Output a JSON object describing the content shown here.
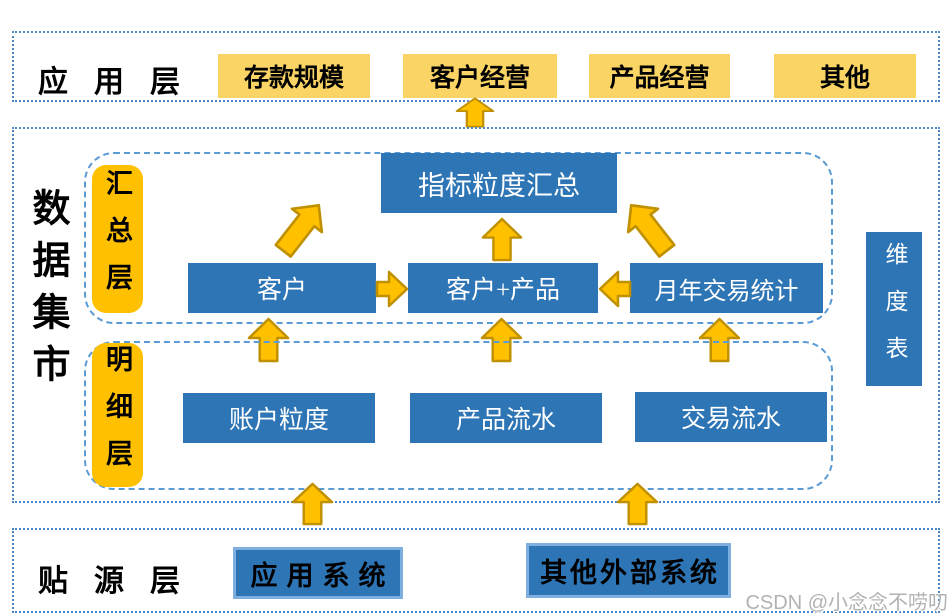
{
  "app_layer": {
    "label": "应用层",
    "boxes": [
      "存款规模",
      "客户经营",
      "产品经营",
      "其他"
    ]
  },
  "data_mart": {
    "label": "数据集市",
    "summary_layer": {
      "label": "汇总层",
      "aggregate_box": "指标粒度汇总",
      "boxes": [
        "客户",
        "客户+产品",
        "月年交易统计"
      ]
    },
    "detail_layer": {
      "label": "明细层",
      "boxes": [
        "账户粒度",
        "产品流水",
        "交易流水"
      ]
    },
    "dimension_table_label": "维度表"
  },
  "source_layer": {
    "label": "贴源层",
    "boxes": [
      "应用系统",
      "其他外部系统"
    ]
  },
  "watermark": "CSDN @小念念不唠叨",
  "icons": {
    "arrow_up": "block-arrow-up",
    "arrow_left": "block-arrow-left",
    "arrow_right": "block-arrow-right"
  },
  "colors": {
    "box_blue": "#2E75B6",
    "box_yellow_light": "#FAD464",
    "gold": "#FFC000",
    "gold_border": "#BF9000",
    "frame_blue_dotted": "#4a86c8",
    "frame_blue_dashed": "#5B9BD5",
    "source_box_border": "#7FAFDF",
    "watermark_gray": "#B2B2B2"
  }
}
